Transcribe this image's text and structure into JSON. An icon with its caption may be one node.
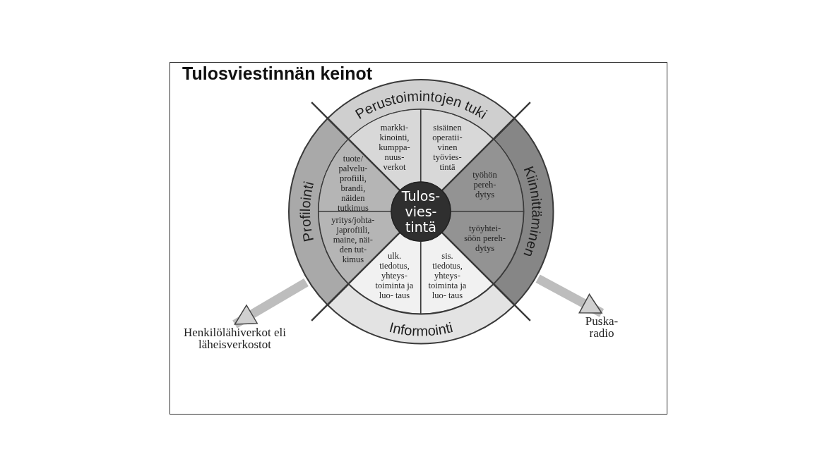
{
  "diagram": {
    "title": "Tulosviestinnän keinot",
    "nodes": [
      {
        "text": [
          "Perustoimintojen tuki"
        ]
      },
      {
        "text": [
          "markki- kinointi, kumppa- nuus- verkot"
        ]
      },
      {
        "text": [
          "sisäinen operatii- vinen työvies- tintä"
        ]
      },
      {
        "text": [
          "Profilointi"
        ]
      },
      {
        "text": [
          "tuote/ palvelu- profiili, brandi, näiden tutkimus"
        ]
      },
      {
        "text": [
          "Kiinnittäminen"
        ]
      },
      {
        "text": [
          "työhön pereh- dytys"
        ]
      },
      {
        "text": [
          "Tulos- vies- tintä"
        ]
      },
      {
        "text": [
          "yritys/johta- japrofiili, maine, näi- den tut- kimus"
        ]
      },
      {
        "text": [
          "työyhtei- söön pereh- dytys"
        ]
      },
      {
        "text": [
          "ulk. tiedotus, yhteys- toiminta ja luo- taus"
        ]
      },
      {
        "text": [
          "sis. tiedotus, yhteys- toiminta ja luo- taus"
        ]
      },
      {
        "text": [
          "Informointi"
        ]
      },
      {
        "text": [
          "Henkilölähiverkot eli läheisverkostot"
        ]
      },
      {
        "text": [
          "Puska- radio"
        ]
      }
    ],
    "edges": [
      {
        "from": 3,
        "to": 13,
        "arrow": "to"
      },
      {
        "from": 5,
        "to": 14,
        "arrow": "to"
      }
    ]
  }
}
